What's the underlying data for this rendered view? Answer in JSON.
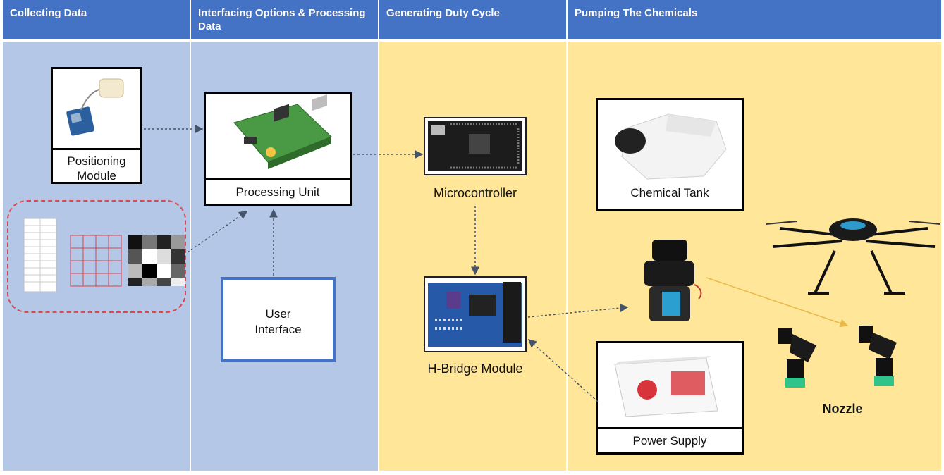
{
  "lanes": [
    {
      "title": "Collecting Data"
    },
    {
      "title": "Interfacing Options & Processing Data"
    },
    {
      "title": "Generating Duty Cycle"
    },
    {
      "title": "Pumping The Chemicals"
    }
  ],
  "nodes": {
    "positioning": {
      "label_line1": "Positioning",
      "label_line2": "Module"
    },
    "processing": {
      "label": "Processing Unit"
    },
    "user_interface": {
      "label_line1": "User",
      "label_line2": "Interface"
    },
    "microcontroller": {
      "label": "Microcontroller"
    },
    "hbridge": {
      "label": "H-Bridge Module"
    },
    "chemical_tank": {
      "label": "Chemical Tank"
    },
    "power_supply": {
      "label": "Power Supply"
    },
    "nozzle": {
      "label": "Nozzle"
    }
  },
  "colors": {
    "header": "#4472c4",
    "lane_blue": "#b4c7e7",
    "lane_yellow": "#ffe699",
    "arrow": "#44546a",
    "dashed_group": "#e0464e",
    "ui_border": "#4472c4",
    "spray_arrow": "#e8b84a"
  },
  "icons": [
    "gps-antenna-icon",
    "raspberry-pi-board-icon",
    "microcontroller-board-icon",
    "h-bridge-board-icon",
    "chemical-tank-icon",
    "diaphragm-pump-icon",
    "battery-icon",
    "drone-icon",
    "nozzle-icon"
  ]
}
